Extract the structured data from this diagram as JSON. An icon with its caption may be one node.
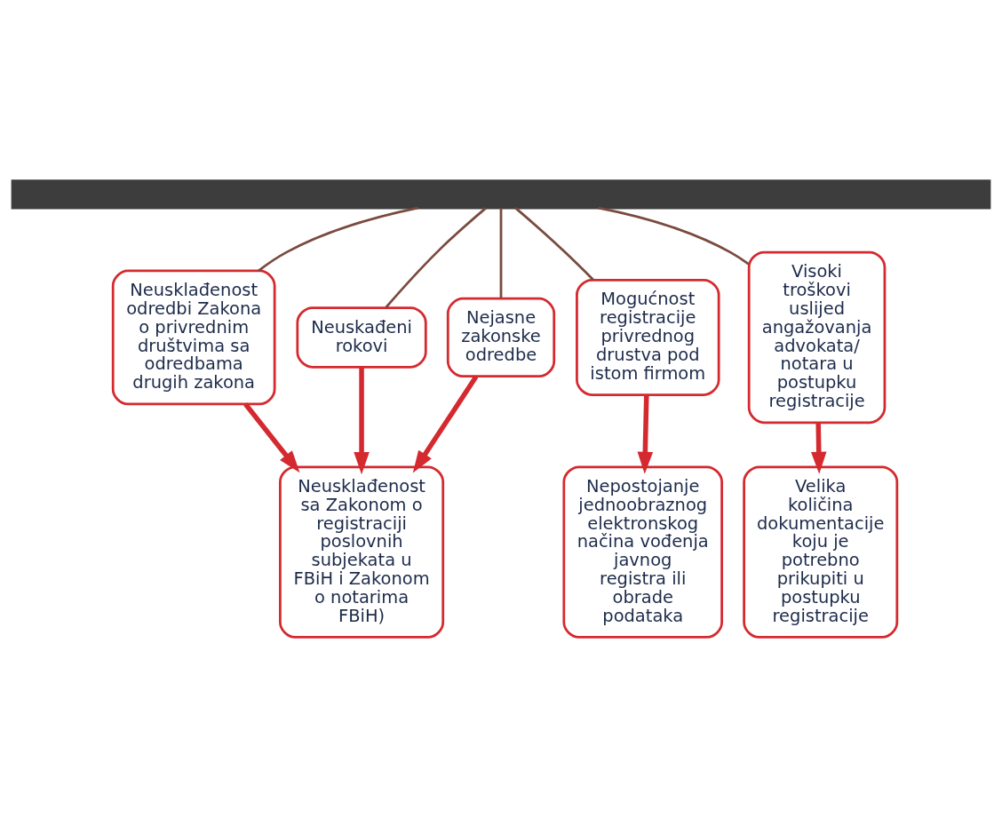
{
  "diagram": {
    "nodes": [
      {
        "text": [],
        "shape": "bar"
      },
      {
        "text": [
          "Neusklađenost odredbi Zakona o privrednim društvima sa odredbama drugih zakona"
        ]
      },
      {
        "text": [
          "Mogućnost registracije privrednog drustva pod istom firmom"
        ]
      },
      {
        "text": [
          "Neuskađeni rokovi"
        ]
      },
      {
        "text": [
          "Nejasne zakonske odredbe"
        ]
      },
      {
        "text": [
          "Visoki troškovi uslijed angažovanja advokata/ notara u postupku registracije"
        ]
      },
      {
        "text": [
          "Nepostojanje jednoobraznog elektronskog načina vođenja javnog registra ili obrade podataka"
        ]
      },
      {
        "text": [
          "Velika količina dokumentacije koju je potrebno prikupiti u postupku registracije"
        ]
      },
      {
        "text": [
          "Neusklađenost sa Zakonom o registraciji poslovnih subjekata u FBiH i Zakonom o notarima FBiH)"
        ]
      }
    ],
    "edges": [
      {
        "from": 0,
        "to": 1,
        "arrow": "none",
        "color": "#7a4a3e"
      },
      {
        "from": 0,
        "to": 2,
        "arrow": "none",
        "color": "#7a4a3e"
      },
      {
        "from": 0,
        "to": 3,
        "arrow": "none",
        "color": "#7a4a3e"
      },
      {
        "from": 0,
        "to": 4,
        "arrow": "none",
        "color": "#7a4a3e"
      },
      {
        "from": 0,
        "to": 5,
        "arrow": "none",
        "color": "#7a4a3e"
      },
      {
        "from": 2,
        "to": 6,
        "arrow": "to",
        "style": "thick"
      },
      {
        "from": 5,
        "to": 7,
        "arrow": "to",
        "style": "thick"
      },
      {
        "from": 1,
        "to": 8,
        "arrow": "to",
        "style": "thick"
      },
      {
        "from": 3,
        "to": 8,
        "arrow": "to",
        "style": "thick"
      },
      {
        "from": 4,
        "to": 8,
        "arrow": "to",
        "style": "thick"
      }
    ]
  }
}
